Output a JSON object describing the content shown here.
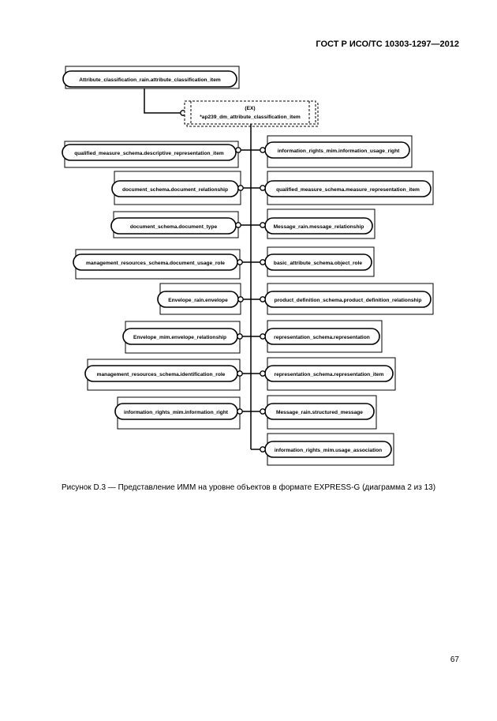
{
  "header": {
    "standard": "ГОСТ Р ИСО/ТС 10303-1297—2012"
  },
  "diagram": {
    "root_entity": "Attribute_classification_rain.attribute_classification_item",
    "select_type": {
      "marker": "(EX)",
      "name": "*ap239_dm_attribute_classification_item"
    },
    "left_entities": [
      "qualified_measure_schema.descriptive_representation_item",
      "document_schema.document_relationship",
      "document_schema.document_type",
      "management_resources_schema.document_usage_role",
      "Envelope_rain.envelope",
      "Envelope_mim.envelope_relationship",
      "management_resources_schema.identification_role",
      "information_rights_mim.information_right"
    ],
    "right_entities": [
      "information_rights_mim.information_usage_right",
      "qualified_measure_schema.measure_representation_item",
      "Message_rain.message_relationship",
      "basic_attribute_schema.object_role",
      "product_definition_schema.product_definition_relationship",
      "representation_schema.representation",
      "representation_schema.representation_item",
      "Message_rain.structured_message",
      "information_rights_mim.usage_association"
    ]
  },
  "caption": "Рисунок  D.3 — Представление ИММ на уровне объектов в формате EXPRESS-G (диаграмма 2 из 13)",
  "page_number": "67"
}
